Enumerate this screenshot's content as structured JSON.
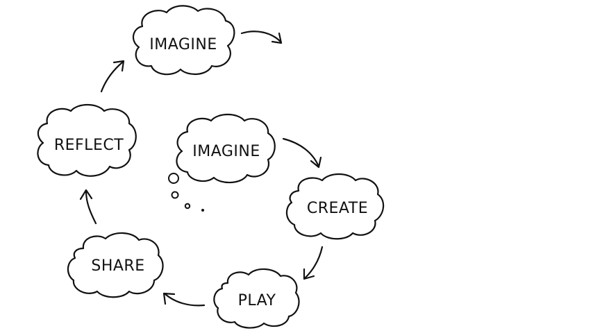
{
  "diagram": {
    "nodes": [
      {
        "id": "imagine-outer",
        "label": "IMAGINE"
      },
      {
        "id": "reflect",
        "label": "REFLECT"
      },
      {
        "id": "imagine-inner",
        "label": "IMAGINE"
      },
      {
        "id": "create",
        "label": "CREATE"
      },
      {
        "id": "share",
        "label": "SHARE"
      },
      {
        "id": "play",
        "label": "PLAY"
      }
    ],
    "edges": [
      {
        "from": "imagine-inner",
        "to": "create"
      },
      {
        "from": "create",
        "to": "play"
      },
      {
        "from": "play",
        "to": "share"
      },
      {
        "from": "share",
        "to": "reflect"
      },
      {
        "from": "reflect",
        "to": "imagine-outer"
      },
      {
        "from": "imagine-outer",
        "to": "next"
      }
    ],
    "colors": {
      "ink": "#111111",
      "background": "#ffffff"
    }
  }
}
